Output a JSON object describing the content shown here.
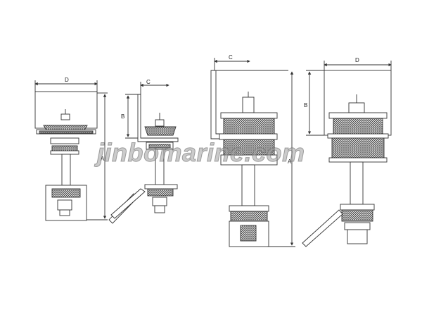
{
  "labels": {
    "dim_a": "A",
    "dim_b": "B",
    "dim_c": "C",
    "dim_d": "D"
  },
  "watermark": "jinbomarine.com",
  "colors": {
    "line": "#333333",
    "hatch": "#555555",
    "background": "#ffffff"
  }
}
